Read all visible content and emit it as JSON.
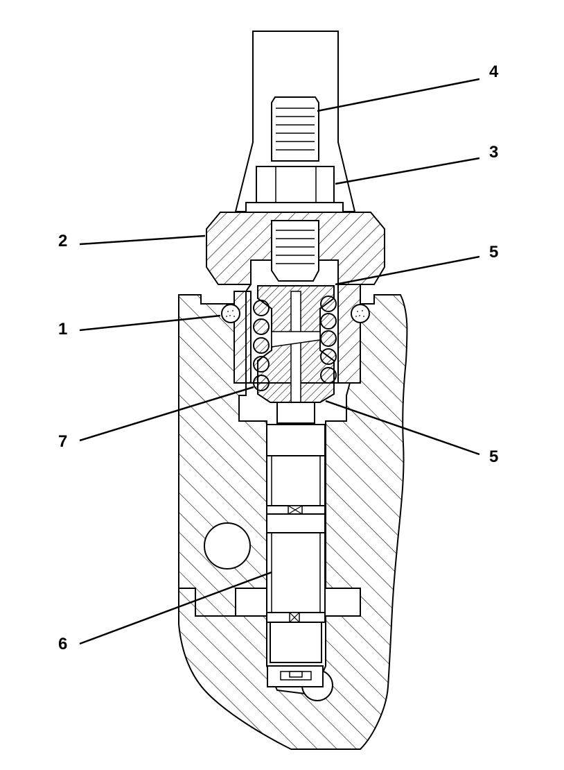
{
  "callouts": {
    "c1": "1",
    "c2": "2",
    "c3": "3",
    "c4": "4",
    "c5a": "5",
    "c5b": "5",
    "c6": "6",
    "c7": "7"
  },
  "colors": {
    "ink": "#000000",
    "background": "#ffffff"
  }
}
